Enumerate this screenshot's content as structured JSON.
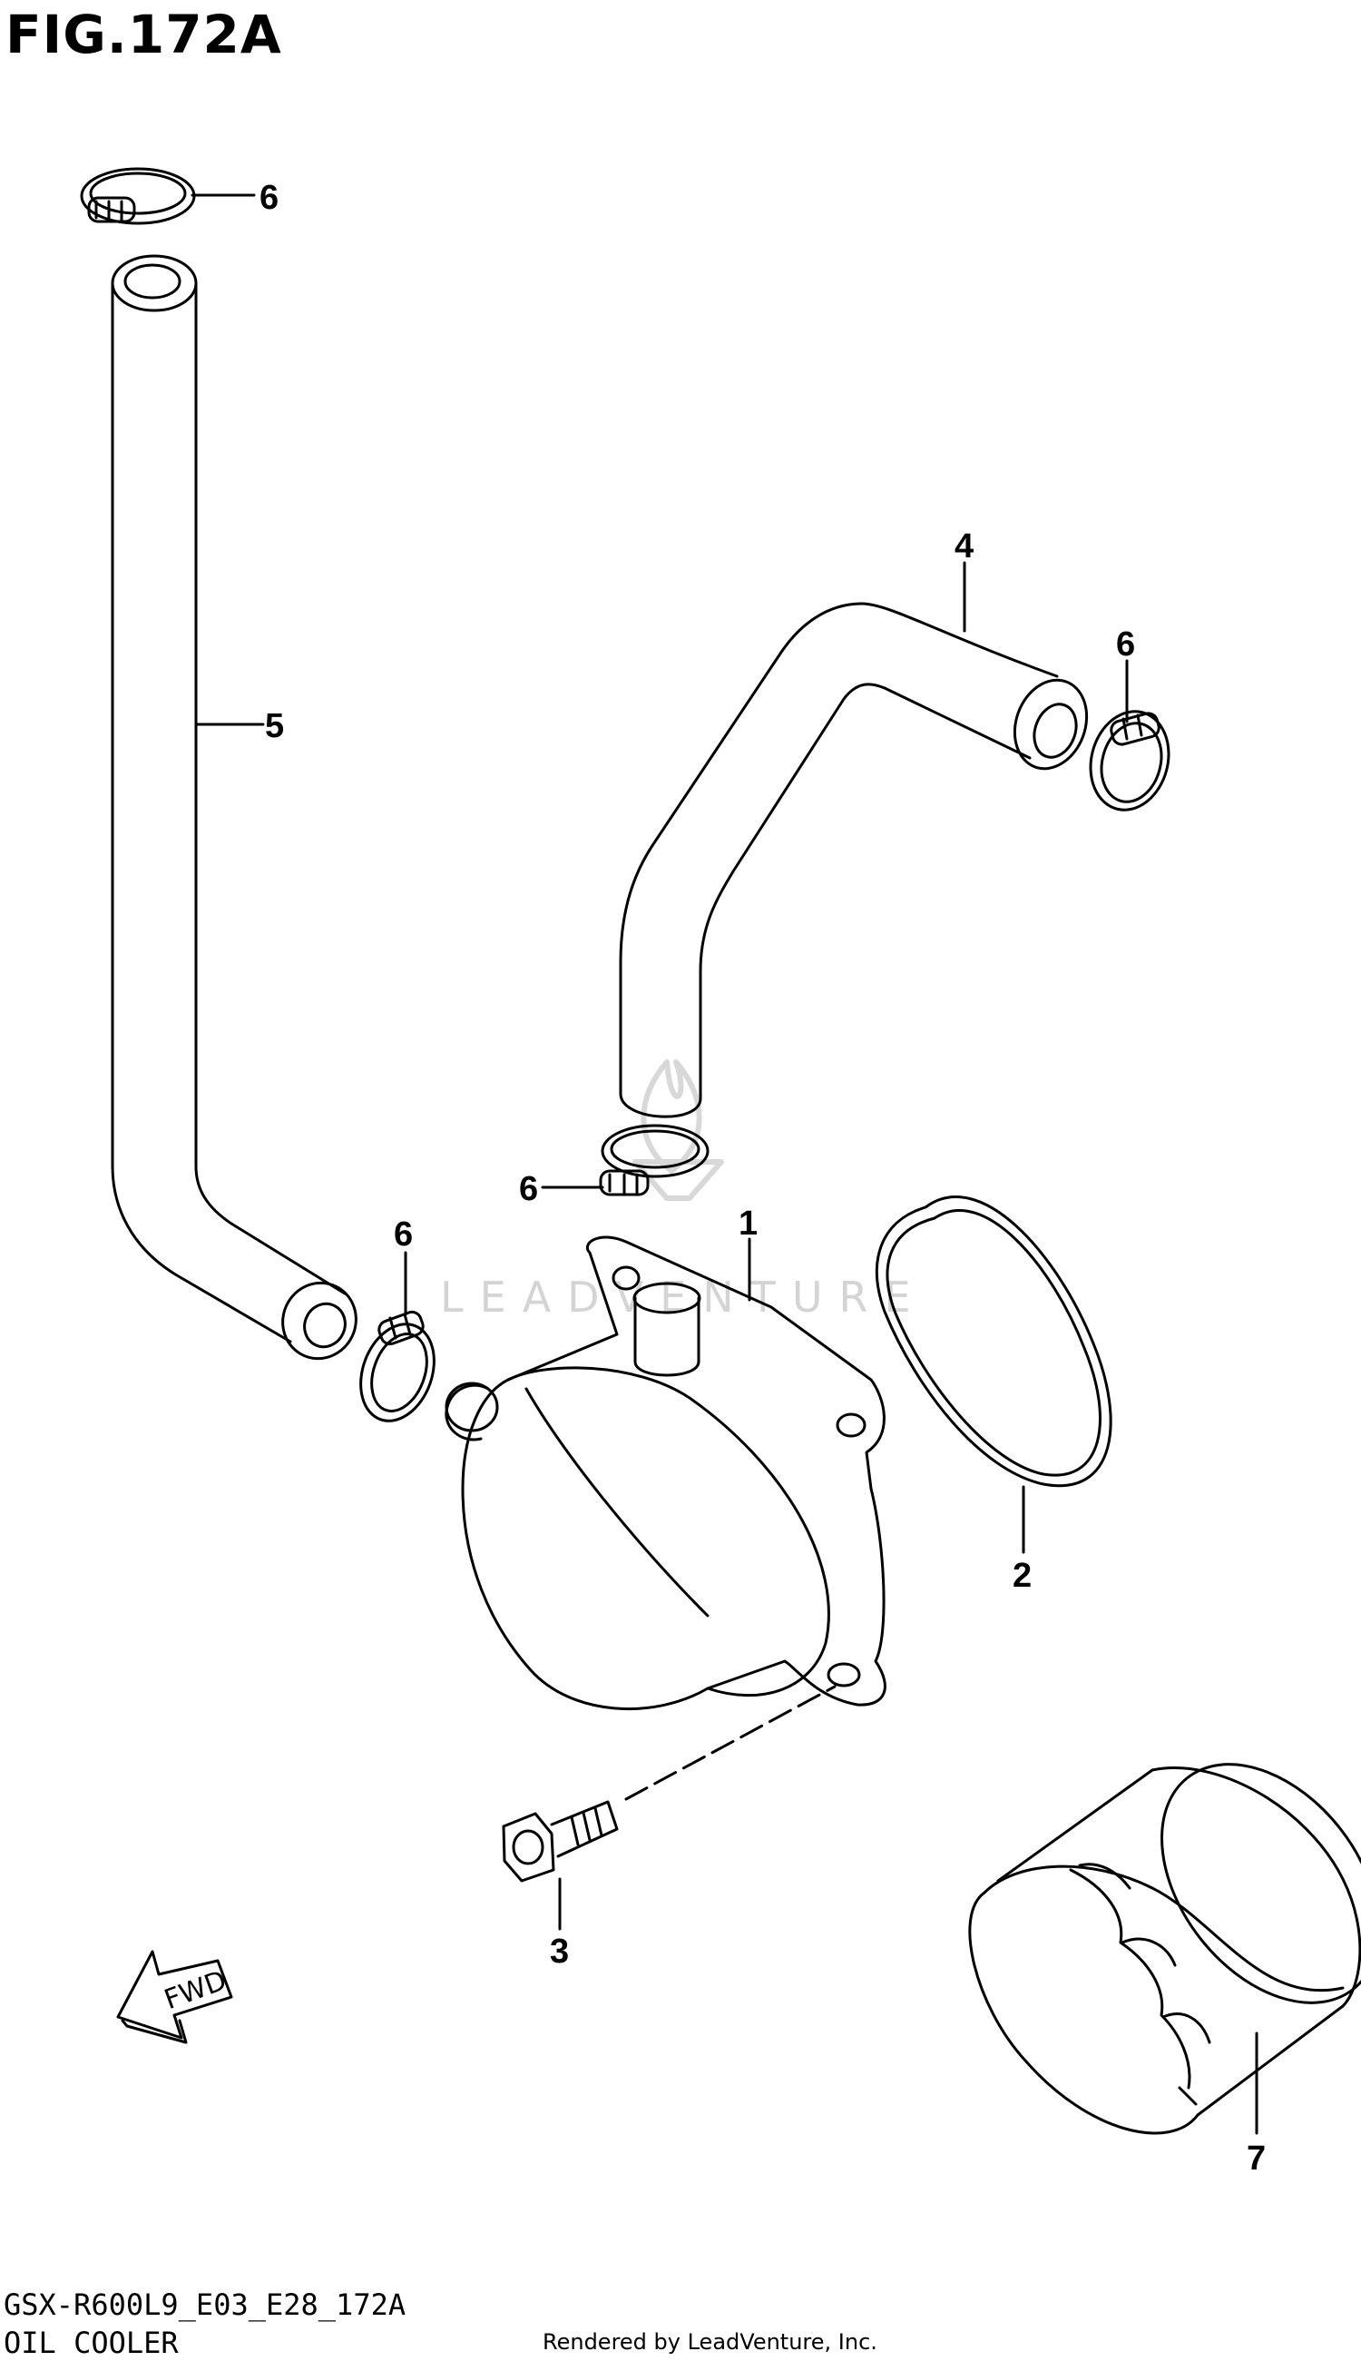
{
  "figure": {
    "title": "FIG.172A",
    "model_code": "GSX-R600L9_E03_E28_172A",
    "section_name": "OIL COOLER",
    "rendered_by": "Rendered by LeadVenture, Inc.",
    "watermark": "LEADVENTURE",
    "fwd_label": "FWD"
  },
  "callouts": {
    "c1": "1",
    "c2": "2",
    "c3": "3",
    "c4": "4",
    "c5": "5",
    "c6a": "6",
    "c6b": "6",
    "c6c": "6",
    "c6d": "6",
    "c7": "7"
  }
}
